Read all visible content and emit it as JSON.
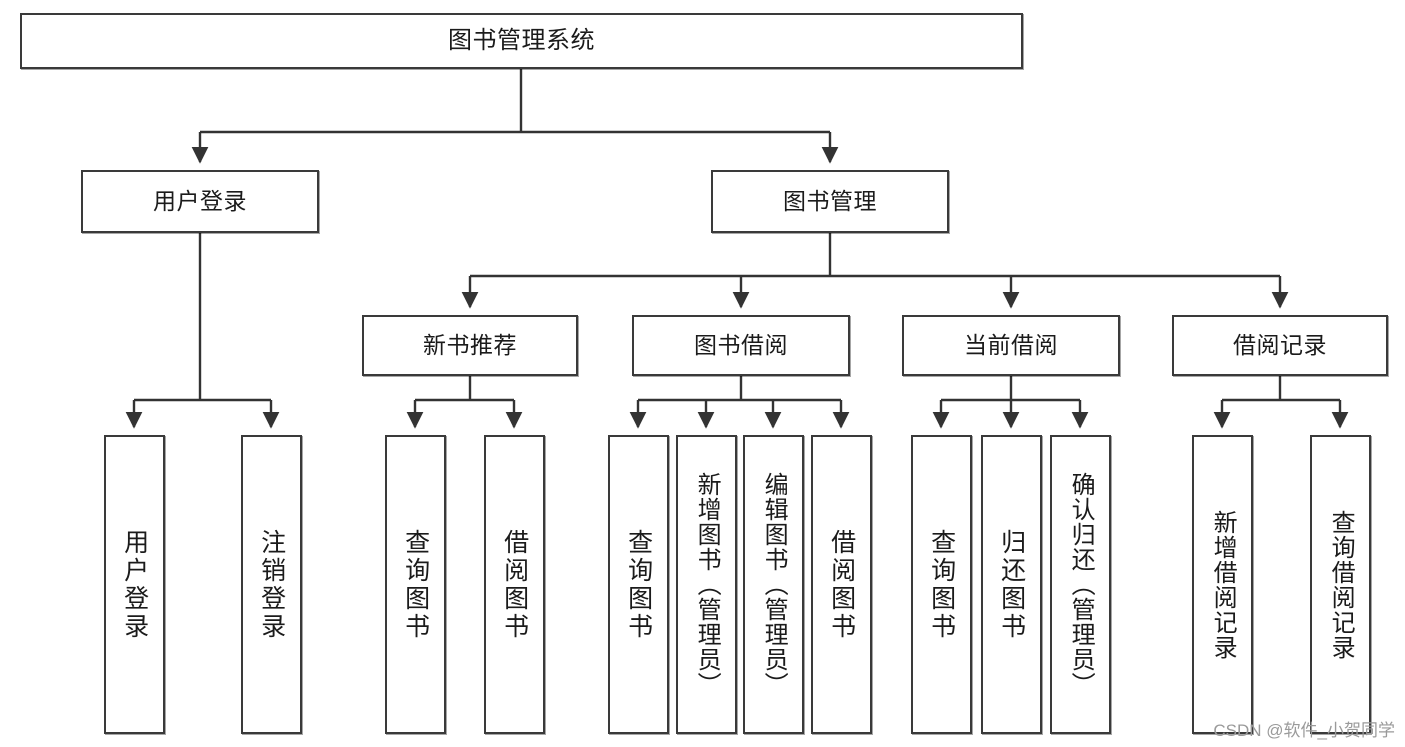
{
  "diagram": {
    "title": "图书管理系统",
    "type": "tree",
    "watermark": "CSDN @软件_小贺同学",
    "colors": {
      "box_border": "#3a3a3a",
      "box_fill": "#ffffff",
      "edge": "#333333",
      "text": "#1b1b1b",
      "watermark": "#9a9a9a"
    },
    "nodes": {
      "root": "图书管理系统",
      "level2": [
        "用户登录",
        "图书管理"
      ],
      "level3": [
        "新书推荐",
        "图书借阅",
        "当前借阅",
        "借阅记录"
      ],
      "leaves": {
        "user_login": [
          "用户登录",
          "注销登录"
        ],
        "new_book_recommend": [
          "查询图书",
          "借阅图书"
        ],
        "book_borrow": [
          "查询图书",
          "新增图书（管理员）",
          "编辑图书（管理员）",
          "借阅图书"
        ],
        "current_borrow": [
          "查询图书",
          "归还图书",
          "确认归还（管理员）"
        ],
        "borrow_record": [
          "新增借阅记录",
          "查询借阅记录"
        ]
      }
    }
  }
}
